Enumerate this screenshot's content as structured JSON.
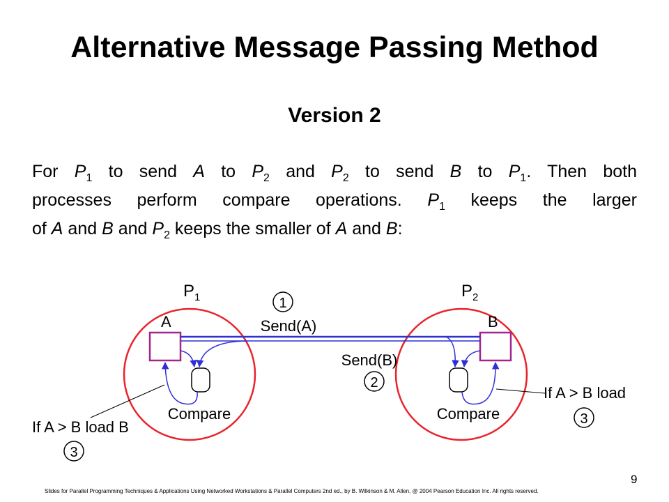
{
  "slide": {
    "title": "Alternative Message Passing Method",
    "subtitle": "Version 2",
    "page_number": "9",
    "footer": "Slides for Parallel Programming Techniques & Applications Using Networked Workstations & Parallel Computers 2nd ed., by B. Wilkinson & M. Allen, @ 2004 Pearson Education Inc. All rights reserved."
  },
  "paragraph": {
    "l1_a": "For ",
    "l1_p1": "P",
    "l1_s1": "1",
    "l1_b": " to send ",
    "l1_A": "A",
    "l1_c": " to ",
    "l1_p2": "P",
    "l1_s2": "2",
    "l1_d": " and ",
    "l1_p3": "P",
    "l1_s3": "2",
    "l1_e": " to send ",
    "l1_B": "B",
    "l1_f": " to ",
    "l1_p4": "P",
    "l1_s4": "1",
    "l1_g": ". Then both",
    "l2_a": "processes perform compare operations. ",
    "l2_p": "P",
    "l2_s": "1",
    "l2_b": " keeps the larger",
    "l3_a": "of ",
    "l3_A": "A",
    "l3_b": " and ",
    "l3_B": "B",
    "l3_c": " and ",
    "l3_p": "P",
    "l3_s": "2",
    "l3_d": " keeps the smaller of ",
    "l3_A2": "A",
    "l3_e": " and ",
    "l3_B2": "B",
    "l3_f": ":"
  },
  "diagram": {
    "p1_label": "P",
    "p1_sub": "1",
    "p2_label": "P",
    "p2_sub": "2",
    "a_label": "A",
    "b_label": "B",
    "step1_num": "1",
    "step1_label": "Send(A)",
    "step2_label": "Send(B)",
    "step2_num": "2",
    "compare_left": "Compare",
    "compare_right": "Compare",
    "left_note": "If A > B load B",
    "left_note_num": "3",
    "right_note": "If A > B load",
    "right_note_num": "3",
    "colors": {
      "circle": "#e8232b",
      "box": "#a0268e",
      "arrow": "#2f2fd6",
      "text": "#000000"
    }
  }
}
